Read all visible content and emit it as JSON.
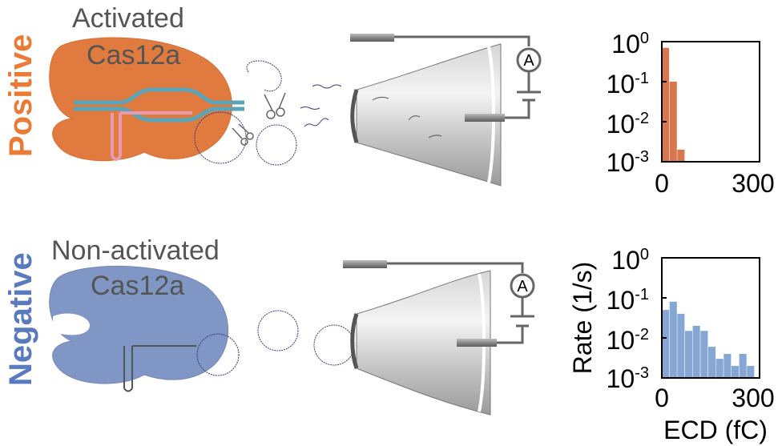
{
  "positive": {
    "side_label": "Positive",
    "enzyme_label_line1": "Activated",
    "enzyme_label_line2": "Cas12a",
    "ammeter_symbol": "A",
    "chart": {
      "yticks": [
        "10",
        "10",
        "10",
        "10"
      ],
      "yexp": [
        "0",
        "-1",
        "-2",
        "-3"
      ],
      "xticks": [
        "0",
        "300"
      ]
    }
  },
  "negative": {
    "side_label": "Negative",
    "enzyme_label_line1": "Non-activated",
    "enzyme_label_line2": "Cas12a",
    "ammeter_symbol": "A",
    "chart": {
      "yticks": [
        "10",
        "10",
        "10",
        "10"
      ],
      "yexp": [
        "0",
        "-1",
        "-2",
        "-3"
      ],
      "xticks": [
        "0",
        "300"
      ],
      "ylabel": "Rate  (1/s)",
      "xlabel": "ECD (fC)"
    }
  },
  "colors": {
    "positive_accent": "#ea7a35",
    "negative_accent": "#5a7ac0",
    "enzyme_positive": "#e07a3f",
    "enzyme_negative": "#8096c4",
    "bar_positive": "#d8764e",
    "bar_negative": "#86a7d3"
  },
  "chart_data": [
    {
      "type": "bar",
      "yscale": "log",
      "ylim": [
        0.001,
        1
      ],
      "xlim": [
        0,
        300
      ],
      "x": [
        12.5,
        37.5,
        62.5
      ],
      "values": [
        0.7,
        0.1,
        0.002
      ]
    },
    {
      "type": "bar",
      "yscale": "log",
      "ylim": [
        0.001,
        1
      ],
      "xlim": [
        0,
        300
      ],
      "xlabel": "ECD (fC)",
      "ylabel": "Rate  (1/s)",
      "x": [
        12.5,
        37.5,
        62.5,
        87.5,
        112.5,
        137.5,
        162.5,
        187.5,
        212.5,
        237.5,
        262.5,
        287.5
      ],
      "values": [
        0.05,
        0.08,
        0.04,
        0.015,
        0.02,
        0.015,
        0.006,
        0.003,
        0.004,
        0.002,
        0.004,
        0.002
      ]
    }
  ]
}
